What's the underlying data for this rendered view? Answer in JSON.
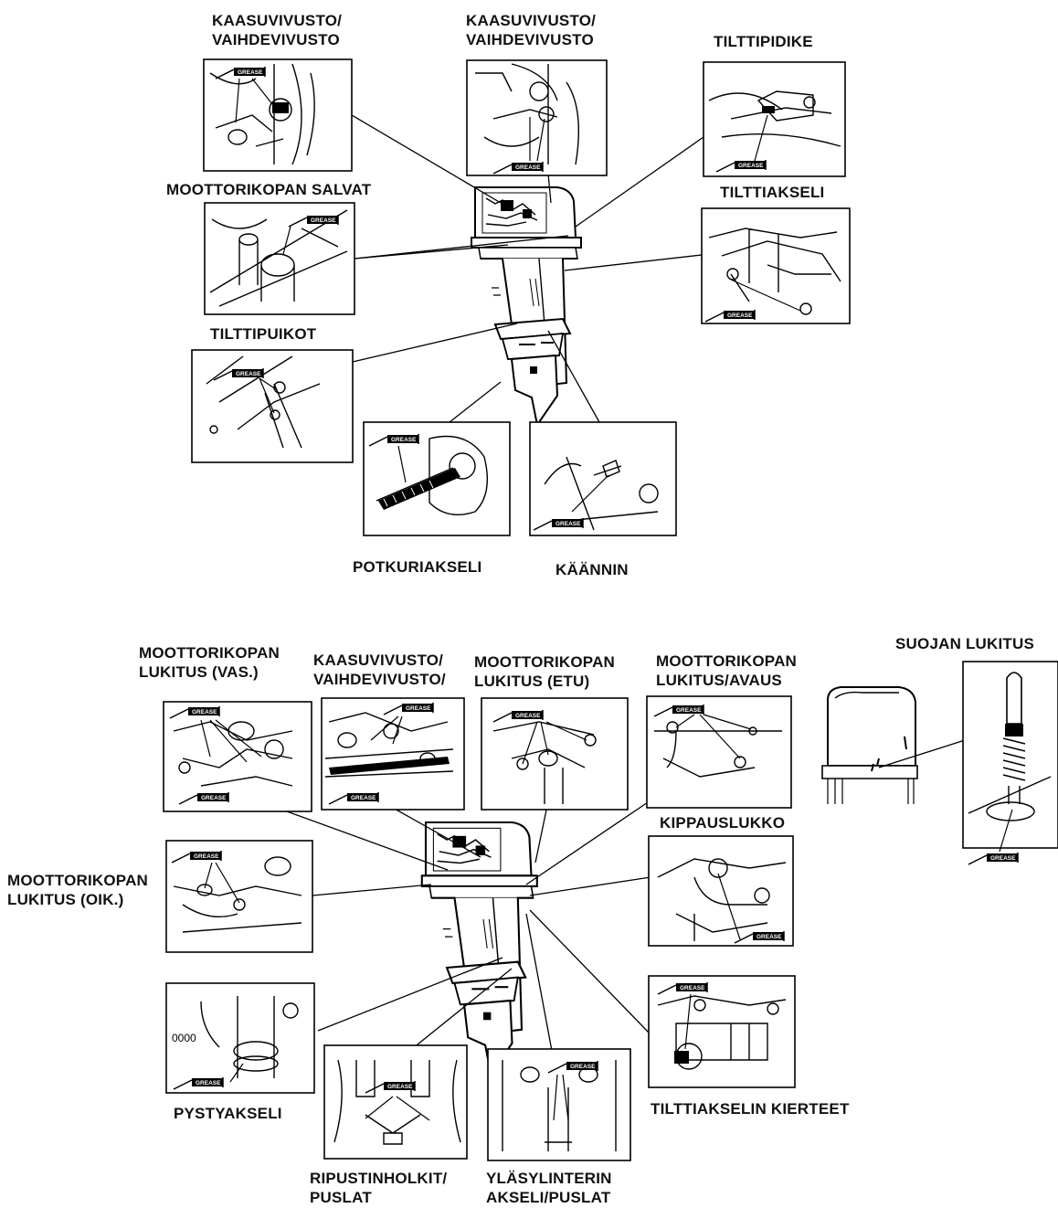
{
  "grease_tag": "GREASE",
  "diagram1": {
    "labels": {
      "kaasu_left_1": "KAASUVIVUSTO/",
      "kaasu_left_2": "VAIHDEVIVUSTO",
      "kaasu_mid_1": "KAASUVIVUSTO/",
      "kaasu_mid_2": "VAIHDEVIVUSTO",
      "tilttipidike": "TILTTIPIDIKE",
      "salvat": "MOOTTORIKOPAN SALVAT",
      "tilttiakseli": "TILTTIAKSELI",
      "tilttipuikot": "TILTTIPUIKOT",
      "potkuriakseli": "POTKURIAKSELI",
      "kaannin": "KÄÄNNIN"
    }
  },
  "diagram2": {
    "labels": {
      "lukitus_vas_1": "MOOTTORIKOPAN",
      "lukitus_vas_2": "LUKITUS (VAS.)",
      "kaasu_1": "KAASUVIVUSTO/",
      "kaasu_2": "VAIHDEVIVUSTO/",
      "lukitus_etu_1": "MOOTTORIKOPAN",
      "lukitus_etu_2": "LUKITUS (ETU)",
      "lukitus_avaus_1": "MOOTTORIKOPAN",
      "lukitus_avaus_2": "LUKITUS/AVAUS",
      "suojan_lukitus": "SUOJAN LUKITUS",
      "kippauslukko": "KIPPAUSLUKKO",
      "lukitus_oik_1": "MOOTTORIKOPAN",
      "lukitus_oik_2": "LUKITUS (OIK.)",
      "pystyakseli": "PYSTYAKSELI",
      "tilttiakselin_kierteet": "TILTTIAKSELIN KIERTEET",
      "ripustin_1": "RIPUSTINHOLKIT/",
      "ripustin_2": "PUSLAT",
      "ylasylinteri_1": "YLÄSYLINTERIN",
      "ylasylinteri_2": "AKSELI/PUSLAT"
    }
  }
}
